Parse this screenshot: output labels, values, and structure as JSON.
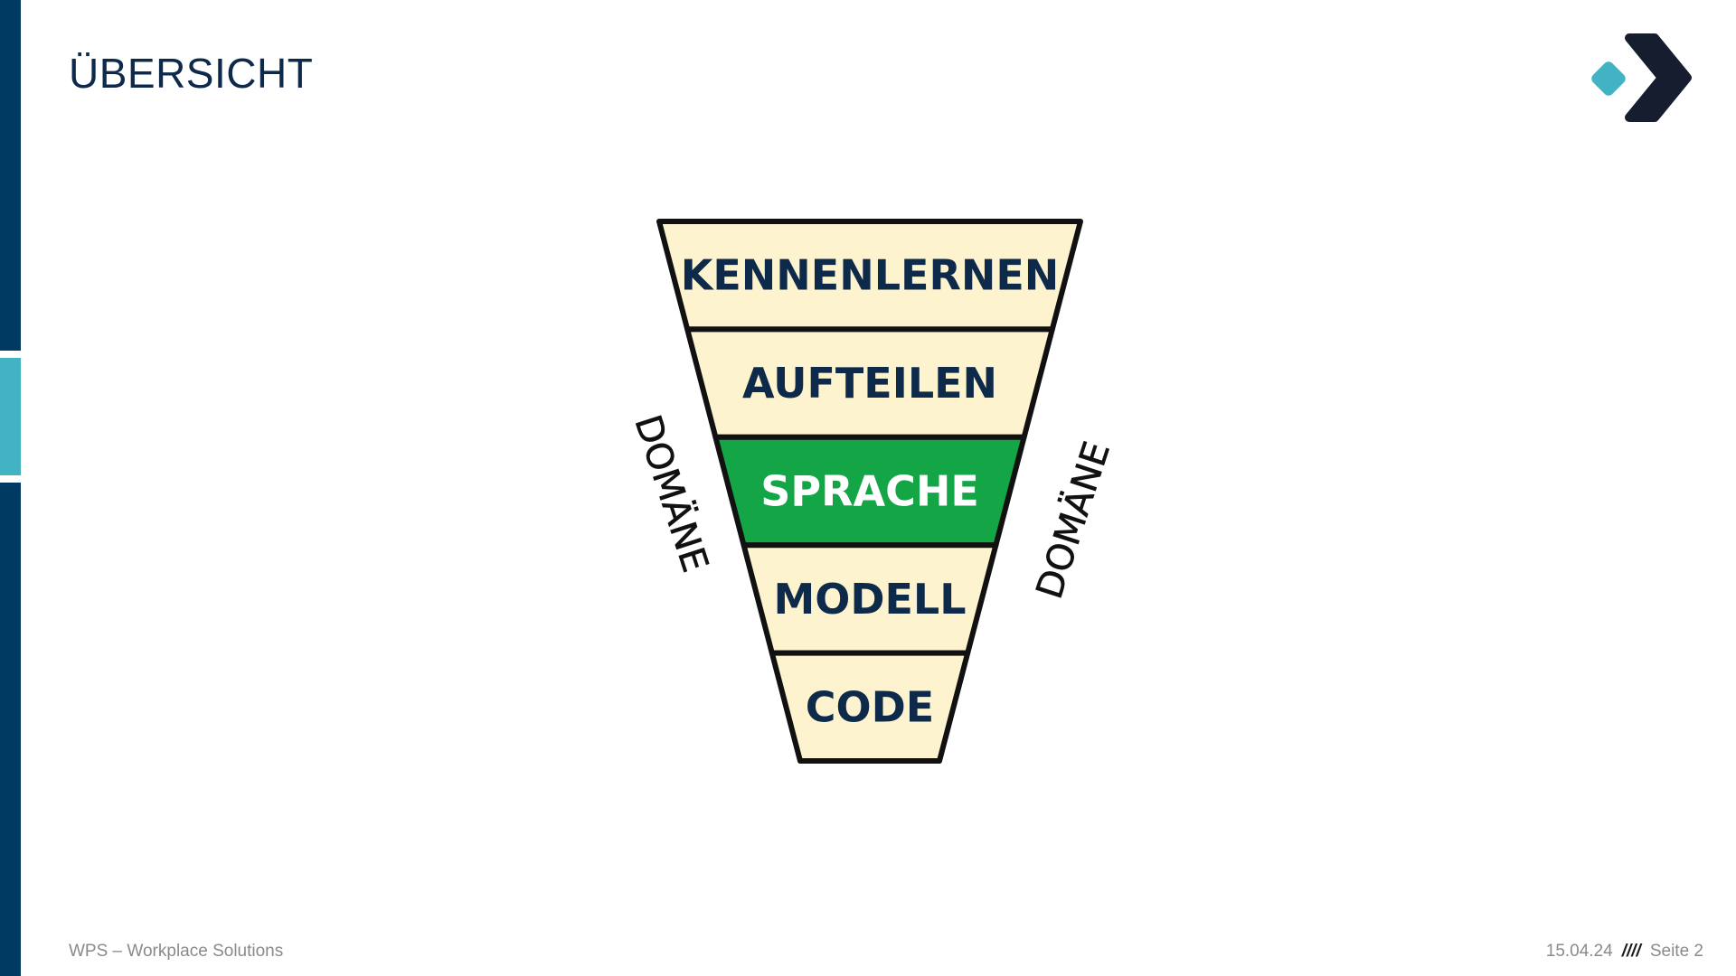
{
  "slide": {
    "title": "ÜBERSICHT"
  },
  "diagram": {
    "levels": [
      {
        "label": "KENNENLERNEN",
        "highlighted": false
      },
      {
        "label": "AUFTEILEN",
        "highlighted": false
      },
      {
        "label": "SPRACHE",
        "highlighted": true
      },
      {
        "label": "MODELL",
        "highlighted": false
      },
      {
        "label": "CODE",
        "highlighted": false
      }
    ],
    "side_label_left": "DOMÄNE",
    "side_label_right": "DOMÄNE",
    "colors": {
      "level_fill": "#fdf3cf",
      "highlight_fill": "#14a646",
      "outline": "#111111",
      "text": "#0e2a4a"
    }
  },
  "footer": {
    "company": "WPS – Workplace Solutions",
    "date": "15.04.24",
    "separator": "////",
    "page": "Seite 2"
  },
  "brand": {
    "primary": "#003a63",
    "accent": "#41b3c2",
    "logo_icon": "chevron-diamond-logo"
  }
}
